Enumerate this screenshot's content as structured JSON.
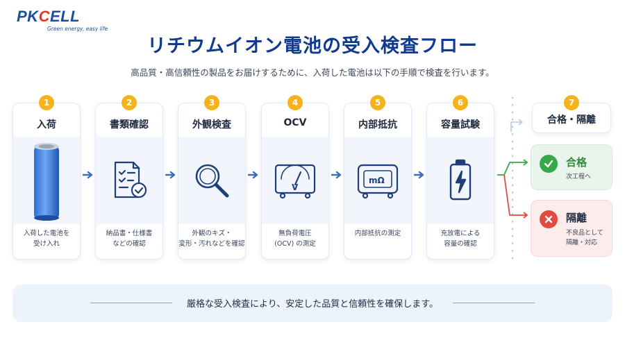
{
  "brand": {
    "logo_left": "PK",
    "logo_accent": "C",
    "logo_right": "ELL",
    "tagline": "Green energy, easy life"
  },
  "title": "リチウムイオン電池の受入検査フロー",
  "subtitle": "高品質・高信頼性の製品をお届けするために、入荷した電池は以下の手順で検査を行います。",
  "steps": [
    {
      "num": "1",
      "title": "入荷",
      "icon": "battery-cell-icon",
      "desc": [
        "入荷した電池を",
        "受け入れ"
      ]
    },
    {
      "num": "2",
      "title": "書類確認",
      "icon": "checklist-document-icon",
      "desc": [
        "納品書・仕様書",
        "などの確認"
      ]
    },
    {
      "num": "3",
      "title": "外観検査",
      "icon": "magnifier-icon",
      "desc": [
        "外観のキズ・",
        "変形・汚れなどを確認"
      ]
    },
    {
      "num": "4",
      "title": "OCV",
      "icon": "voltmeter-icon",
      "meter_label": "V",
      "desc": [
        "無負荷電圧",
        "(OCV) の測定"
      ]
    },
    {
      "num": "5",
      "title": "内部抵抗",
      "icon": "ohmmeter-icon",
      "meter_label": "mΩ",
      "desc": [
        "内部抵抗の測定"
      ]
    },
    {
      "num": "6",
      "title": "容量試験",
      "icon": "battery-charge-icon",
      "desc": [
        "充放電による",
        "容量の確認"
      ]
    }
  ],
  "result": {
    "num": "7",
    "title": "合格・隔離",
    "pass": {
      "label": "合格",
      "desc": [
        "次工程へ"
      ],
      "icon": "check-circle-icon"
    },
    "fail": {
      "label": "隔離",
      "desc": [
        "不良品として",
        "隔離・対応"
      ],
      "icon": "cross-circle-icon"
    }
  },
  "banner": "厳格な受入検査により、安定した品質と信頼性を確保します。",
  "colors": {
    "title": "#123a8c",
    "badge": "#f6b21b",
    "arrow": "#3b6fb8",
    "pass": "#36a84a",
    "fail": "#e04a3f"
  }
}
